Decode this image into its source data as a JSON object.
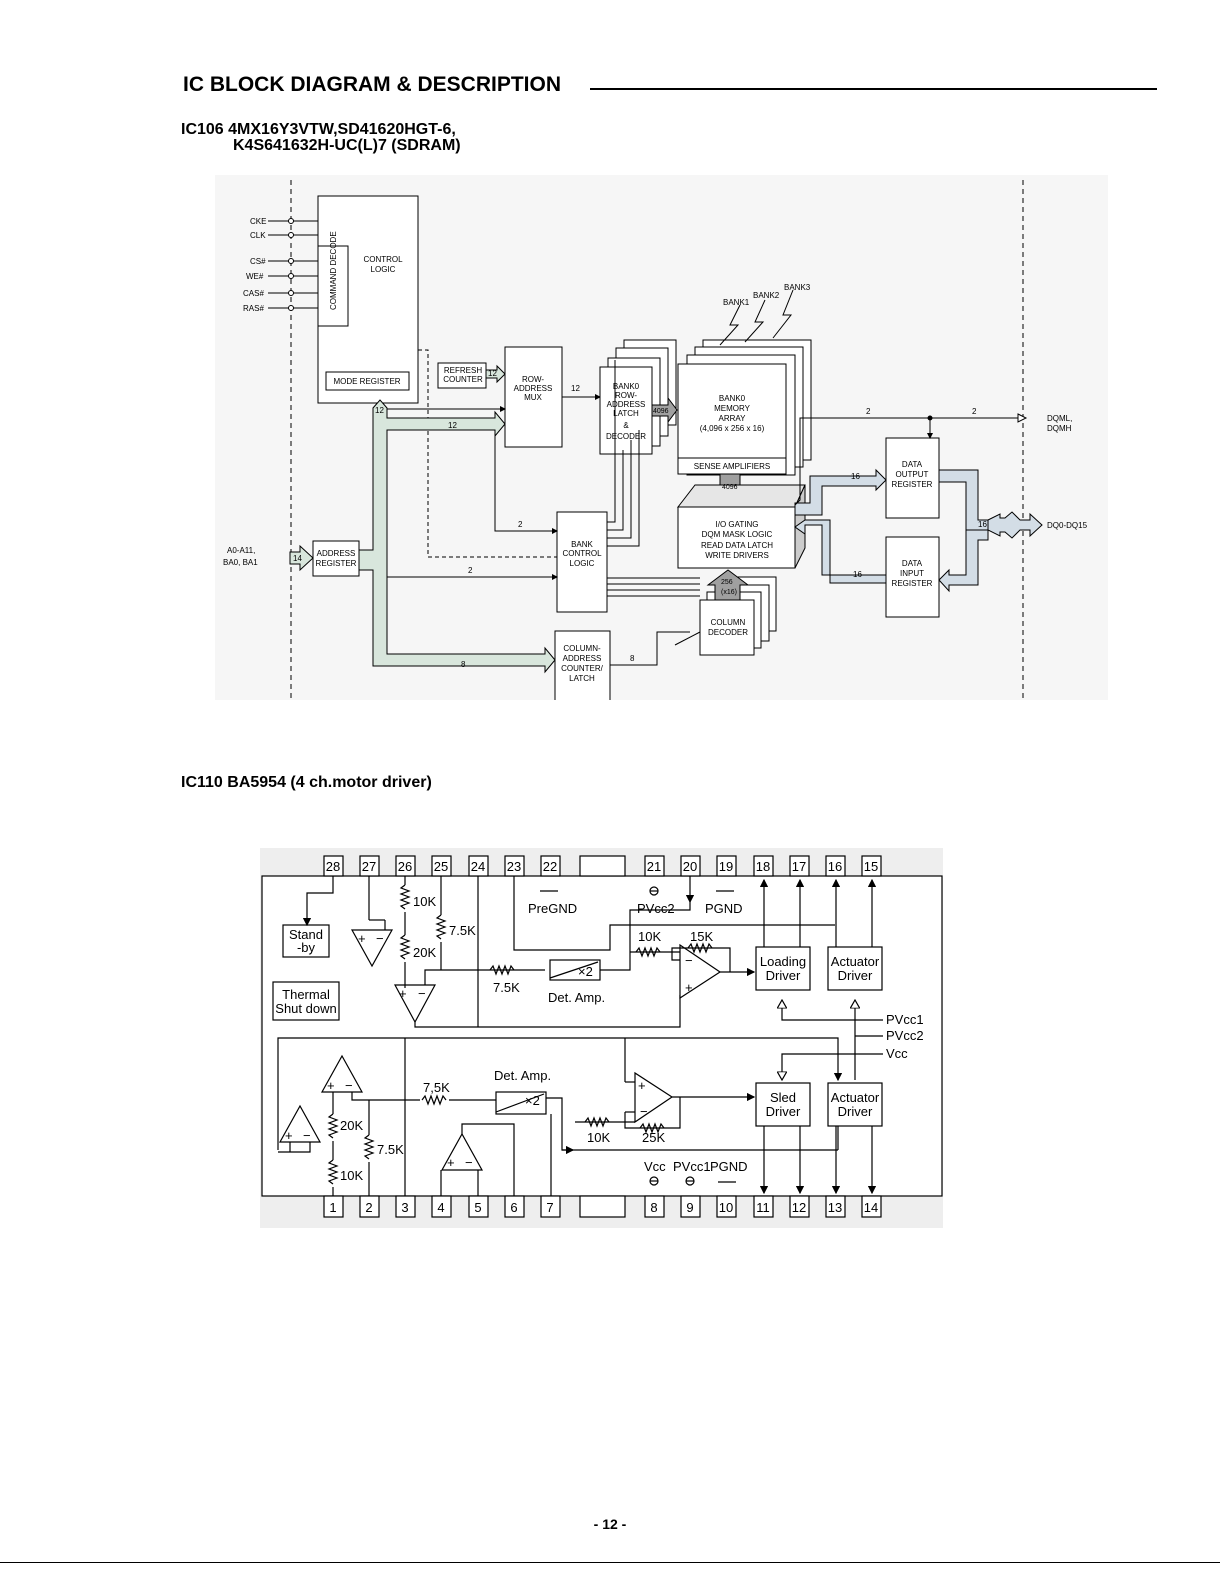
{
  "header": {
    "title": "IC BLOCK DIAGRAM & DESCRIPTION"
  },
  "ic106": {
    "line1": "IC106 4MX16Y3VTW,SD41620HGT-6,",
    "line2": "K4S641632H-UC(L)7 (SDRAM)",
    "inputs": [
      "CKE",
      "CLK",
      "CS#",
      "WE#",
      "CAS#",
      "RAS#"
    ],
    "control_logic": [
      "CONTROL",
      "LOGIC"
    ],
    "command_decode": "COMMAND DECODE",
    "mode_register": "MODE REGISTER",
    "refresh_counter": [
      "REFRESH",
      "COUNTER"
    ],
    "row_mux": [
      "ROW-",
      "ADDRESS",
      "MUX"
    ],
    "row_latch": [
      "BANK0",
      "ROW-",
      "ADDRESS",
      "LATCH",
      "&",
      "DECODER"
    ],
    "memory_array": [
      "BANK0",
      "MEMORY",
      "ARRAY",
      "(4,096 x 256 x 16)"
    ],
    "sense_amplifiers": "SENSE AMPLIFIERS",
    "banks": [
      "BANK1",
      "BANK2",
      "BANK3"
    ],
    "io_gating": [
      "I/O GATING",
      "DQM MASK LOGIC",
      "READ DATA LATCH",
      "WRITE DRIVERS"
    ],
    "bank_control": [
      "BANK",
      "CONTROL",
      "LOGIC"
    ],
    "address_register": [
      "ADDRESS",
      "REGISTER"
    ],
    "address_inputs": [
      "A0-A11,",
      "BA0, BA1"
    ],
    "column_counter": [
      "COLUMN-",
      "ADDRESS",
      "COUNTER/",
      "LATCH"
    ],
    "column_decoder": [
      "COLUMN",
      "DECODER"
    ],
    "data_output": [
      "DATA",
      "OUTPUT",
      "REGISTER"
    ],
    "data_input": [
      "DATA",
      "INPUT",
      "REGISTER"
    ],
    "dqm": [
      "DQML,",
      "DQMH"
    ],
    "dq": "DQ0-DQ15",
    "bus_labels": {
      "b12": "12",
      "b14": "14",
      "b2": "2",
      "b8": "8",
      "b16": "16",
      "b4096": "4096",
      "b256": "256",
      "bx16": "(x16)"
    }
  },
  "ic110": {
    "title": "IC110 BA5954 (4 ch.motor driver)",
    "top_pins": [
      "28",
      "27",
      "26",
      "25",
      "24",
      "23",
      "22",
      "21",
      "20",
      "19",
      "18",
      "17",
      "16",
      "15"
    ],
    "bottom_pins": [
      "1",
      "2",
      "3",
      "4",
      "5",
      "6",
      "7",
      "8",
      "9",
      "10",
      "11",
      "12",
      "13",
      "14"
    ],
    "standby": [
      "Stand",
      "-by"
    ],
    "thermal": [
      "Thermal",
      "Shut down"
    ],
    "loading_driver": [
      "Loading",
      "Driver"
    ],
    "actuator_driver": [
      "Actuator",
      "Driver"
    ],
    "sled_driver": [
      "Sled",
      "Driver"
    ],
    "det_amp": "Det. Amp.",
    "x2": "×2",
    "r10k": "10K",
    "r20k": "20K",
    "r75k": "7.5K",
    "r75k_b": "7,5K",
    "r15k": "15K",
    "r25k": "25K",
    "pregnd": "PreGND",
    "pvcc2": "PVcc2",
    "pgnd": "PGND",
    "pvcc1": "PVcc1",
    "vcc": "Vcc"
  },
  "footer": {
    "page": "- 12 -"
  }
}
